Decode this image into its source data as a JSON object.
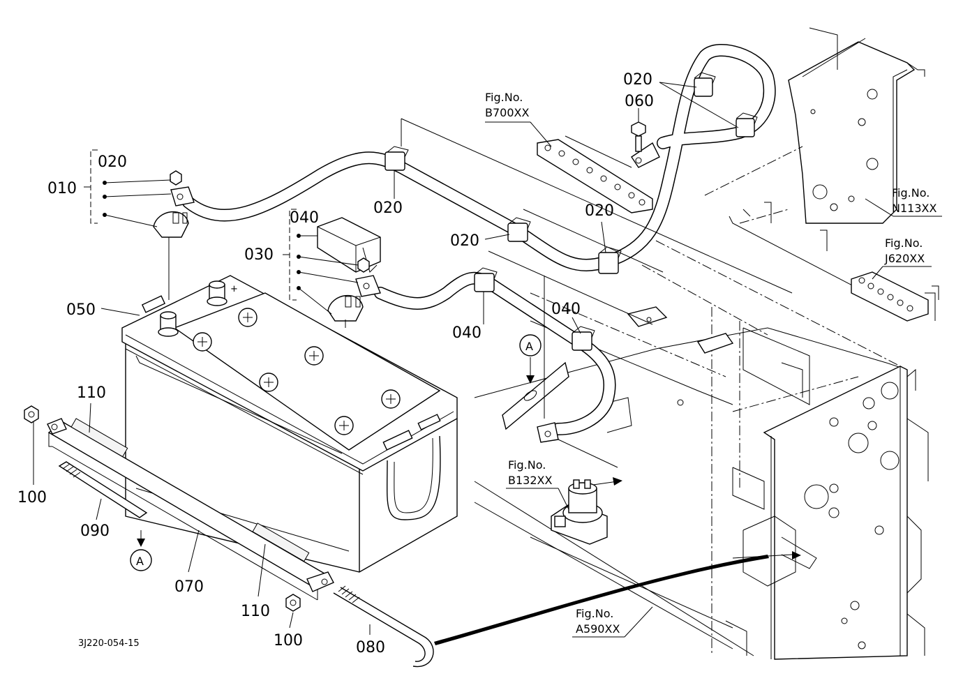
{
  "callouts": {
    "c010": "010",
    "c020_a": "020",
    "c020_b": "020",
    "c020_c": "020",
    "c020_d": "020",
    "c020_e": "020",
    "c030": "030",
    "c040_a": "040",
    "c040_b": "040",
    "c040_c": "040",
    "c050": "050",
    "c060": "060",
    "c070": "070",
    "c080": "080",
    "c090": "090",
    "c100_a": "100",
    "c100_b": "100",
    "c110_a": "110",
    "c110_b": "110",
    "marker_a1": "A",
    "marker_a2": "A"
  },
  "fig_refs": {
    "b700": {
      "label": "Fig.No.",
      "number": "B700XX"
    },
    "n113": {
      "label": "Fig.No.",
      "number": "N113XX"
    },
    "j620": {
      "label": "Fig.No.",
      "number": "J620XX"
    },
    "b132": {
      "label": "Fig.No.",
      "number": "B132XX"
    },
    "a590": {
      "label": "Fig.No.",
      "number": "A590XX"
    }
  },
  "drawing_code": "3J220-054-15"
}
